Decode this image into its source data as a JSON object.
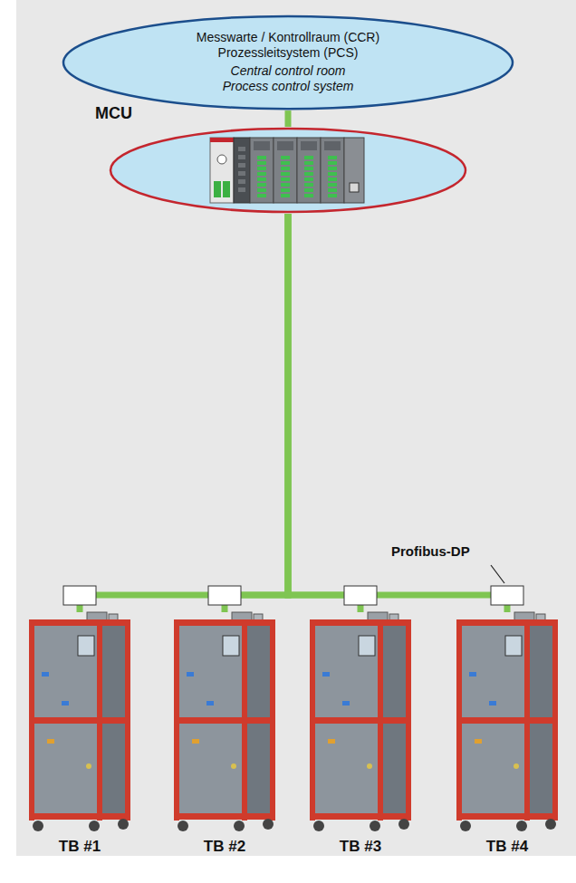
{
  "diagram": {
    "nodes": [
      {
        "text": [
          "Messwarte / Kontrollraum (CCR) Prozessleitsystem (PCS)",
          "Central control room Process control system"
        ]
      },
      {
        "text": [
          "MCU"
        ]
      },
      {
        "text": [
          "TB #1"
        ]
      },
      {
        "text": [
          "TB #2"
        ]
      },
      {
        "text": [
          "TB #3"
        ]
      },
      {
        "text": [
          "TB #4"
        ]
      }
    ],
    "edges": [
      {
        "from": 0,
        "to": 1,
        "arrow": "none"
      },
      {
        "from": 1,
        "to": 2,
        "arrow": "none"
      },
      {
        "from": 1,
        "to": 3,
        "arrow": "none"
      },
      {
        "from": 1,
        "to": 4,
        "arrow": "none"
      },
      {
        "from": 1,
        "to": 5,
        "arrow": "none"
      }
    ],
    "labels": [
      "Profibus-DP"
    ]
  }
}
